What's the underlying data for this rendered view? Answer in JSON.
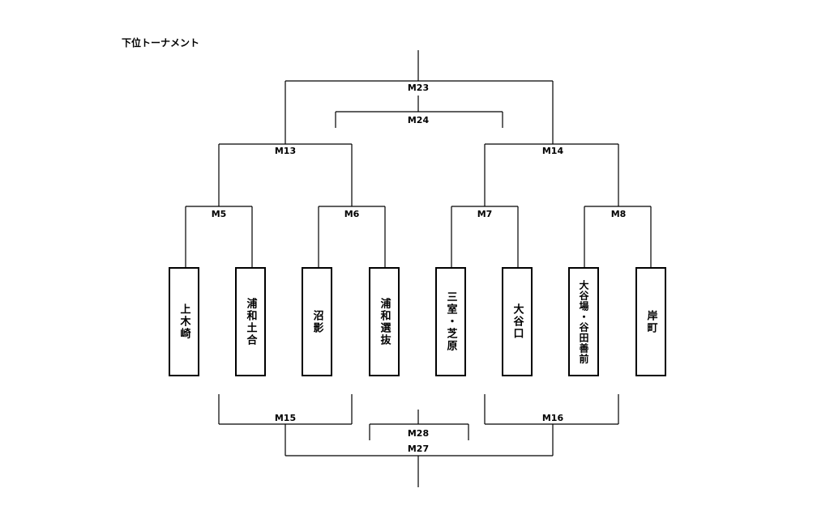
{
  "title": "下位トーナメント",
  "teams": [
    "上木崎",
    "浦和土合",
    "沼影",
    "浦和選抜",
    "三室・芝原",
    "大谷口",
    "大谷場・谷田善前",
    "岸町"
  ],
  "matches": {
    "m5": "M5",
    "m6": "M6",
    "m7": "M7",
    "m8": "M8",
    "m13": "M13",
    "m14": "M14",
    "m15": "M15",
    "m16": "M16",
    "m23": "M23",
    "m24": "M24",
    "m27": "M27",
    "m28": "M28"
  }
}
